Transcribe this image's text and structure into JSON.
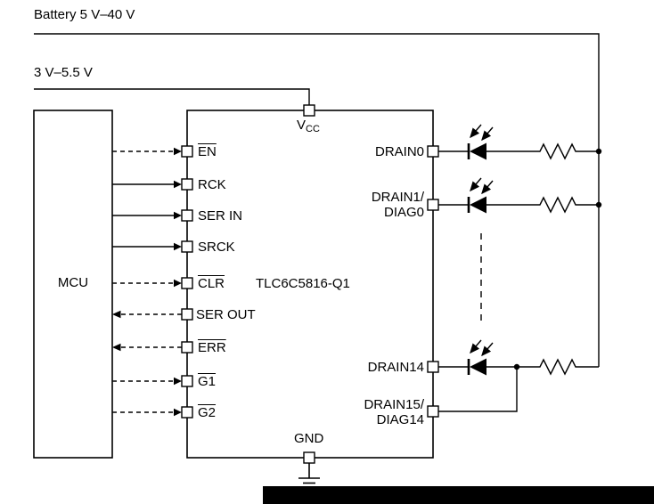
{
  "diagram": {
    "battery_label": "Battery 5 V–40 V",
    "supply_label": "3 V–5.5 V",
    "mcu_label": "MCU",
    "chip_label": "TLC6C5816-Q1",
    "vcc_base": "V",
    "vcc_sub": "CC",
    "gnd_label": "GND"
  },
  "left_pins": [
    {
      "label": "EN",
      "overline": true,
      "wire": "dashed",
      "direction": "into-chip"
    },
    {
      "label": "RCK",
      "overline": false,
      "wire": "solid",
      "direction": "into-chip"
    },
    {
      "label": "SER IN",
      "overline": false,
      "wire": "solid",
      "direction": "into-chip"
    },
    {
      "label": "SRCK",
      "overline": false,
      "wire": "solid",
      "direction": "into-chip"
    },
    {
      "label": "CLR",
      "overline": true,
      "wire": "dashed",
      "direction": "into-chip"
    },
    {
      "label": "SER OUT",
      "overline": false,
      "wire": "dashed",
      "direction": "to-mcu"
    },
    {
      "label": "ERR",
      "overline": true,
      "wire": "dashed",
      "direction": "to-mcu"
    },
    {
      "label": "G1",
      "overline": true,
      "wire": "dashed",
      "direction": "into-chip"
    },
    {
      "label": "G2",
      "overline": true,
      "wire": "dashed",
      "direction": "into-chip"
    }
  ],
  "right_pins": [
    {
      "line1": "DRAIN0",
      "line2": "",
      "load": "led-resistor-to-battery"
    },
    {
      "line1": "DRAIN1/",
      "line2": "DIAG0",
      "load": "led-resistor-to-battery"
    },
    {
      "line1": "DRAIN14",
      "line2": "",
      "load": "led-resistor-to-battery"
    },
    {
      "line1": "DRAIN15/",
      "line2": "DIAG14",
      "load": "sense-tap-to-drain14-led-cathode"
    }
  ],
  "colors": {
    "line": "#000000",
    "background": "#ffffff",
    "bottom_bar": "#000000"
  }
}
